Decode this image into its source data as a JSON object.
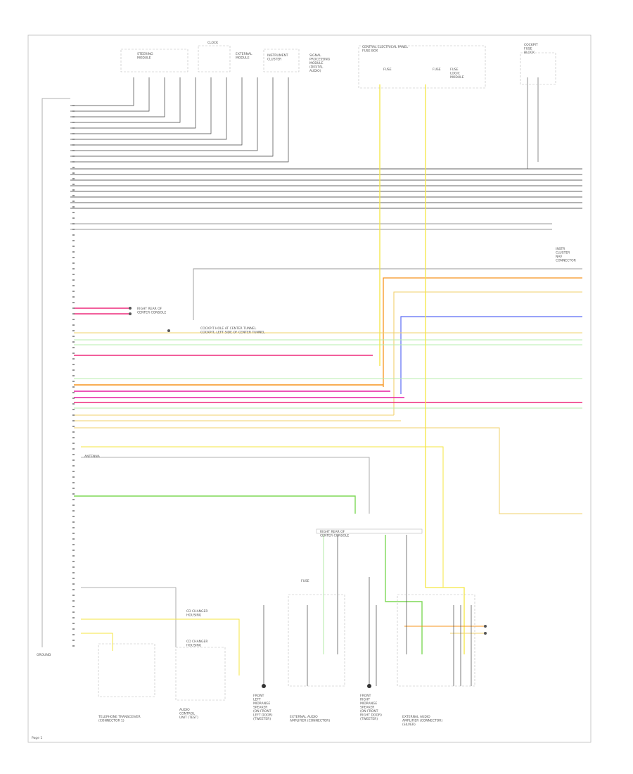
{
  "components": [
    {
      "id": "top-module-1",
      "lines": [
        "STEERING",
        "MODULE"
      ]
    },
    {
      "id": "top-module-2",
      "lines": [
        "CLOCK"
      ]
    },
    {
      "id": "top-module-3",
      "lines": [
        "EXTERNAL",
        "MODULE"
      ]
    },
    {
      "id": "top-module-4",
      "lines": [
        "INSTRUMENT",
        "CLUSTER"
      ]
    },
    {
      "id": "top-module-5",
      "lines": [
        "SIGNAL",
        "PROCESSING",
        "MODULE",
        "(DIGITAL",
        "AUDIO)"
      ]
    },
    {
      "id": "top-fusebox",
      "lines": [
        "CENTRAL ELECTRICAL PANEL",
        "FUSE BOX"
      ]
    },
    {
      "id": "top-fuse-a",
      "lines": [
        "FUSE"
      ]
    },
    {
      "id": "top-fuse-b",
      "lines": [
        "FUSE"
      ]
    },
    {
      "id": "top-fuse-c",
      "lines": [
        "FUSE",
        "LOGIC",
        "MODULE"
      ]
    },
    {
      "id": "top-right-module",
      "lines": [
        "COCKPIT",
        "FUSE",
        "BLOCK"
      ]
    },
    {
      "id": "right-connector",
      "lines": [
        "INSTR",
        "CLUSTER",
        "NAV",
        "CONNECTOR"
      ]
    },
    {
      "id": "ground-note-1",
      "lines": [
        "RIGHT REAR OF",
        "CENTER CONSOLE"
      ]
    },
    {
      "id": "ground-note-2",
      "lines": [
        "COCKPIT HOLE AT CENTER TUNNEL",
        "COCKPIT, LEFT SIDE OF CENTER TUNNEL"
      ]
    },
    {
      "id": "antenna-module",
      "lines": [
        "ANTENNA"
      ]
    },
    {
      "id": "fuse-bottom",
      "lines": [
        "FUSE"
      ]
    },
    {
      "id": "cd-module-1",
      "lines": [
        "CD CHANGER",
        "HOUSING"
      ]
    },
    {
      "id": "cd-module-2",
      "lines": [
        "CD CHANGER",
        "HOUSING"
      ]
    },
    {
      "id": "bottom-ground-ref",
      "lines": [
        "RIGHT REAR OF",
        "CENTER CONSOLE"
      ]
    },
    {
      "id": "telephone-transceiver",
      "lines": [
        "TELEPHONE TRANSCEIVER",
        "(CONNECTOR 1)"
      ]
    },
    {
      "id": "audio-control",
      "lines": [
        "AUDIO",
        "CONTROL",
        "UNIT (TEST)"
      ]
    },
    {
      "id": "speaker-left",
      "lines": [
        "FRONT",
        "LEFT",
        "MIDRANGE",
        "SPEAKER",
        "(ON FRONT",
        "LEFT DOOR)",
        "(TWEETER)"
      ]
    },
    {
      "id": "amplifier-1",
      "lines": [
        "EXTERNAL AUDIO",
        "AMPLIFIER (CONNECTOR)"
      ]
    },
    {
      "id": "speaker-right",
      "lines": [
        "FRONT",
        "RIGHT",
        "MIDRANGE",
        "SPEAKER",
        "(ON FRONT",
        "RIGHT DOOR)",
        "(TWEETER)"
      ]
    },
    {
      "id": "amplifier-2",
      "lines": [
        "EXTERNAL AUDIO",
        "AMPLIFIER (CONNECTOR)",
        "(SILVER)"
      ]
    },
    {
      "id": "left-ground",
      "lines": [
        "GROUND"
      ]
    },
    {
      "id": "page-ref",
      "lines": [
        "Page 1"
      ]
    }
  ],
  "wire_colors": {
    "red": "#ee2a7b",
    "orange": "#f7941d",
    "yellow": "#f5e642",
    "tan": "#f2d06b",
    "green": "#7ed957",
    "light_green": "#b7ecae",
    "blue": "#5b6cf5",
    "magenta": "#e51da0",
    "gray": "#999999",
    "dark": "#444444",
    "black": "#222222"
  }
}
